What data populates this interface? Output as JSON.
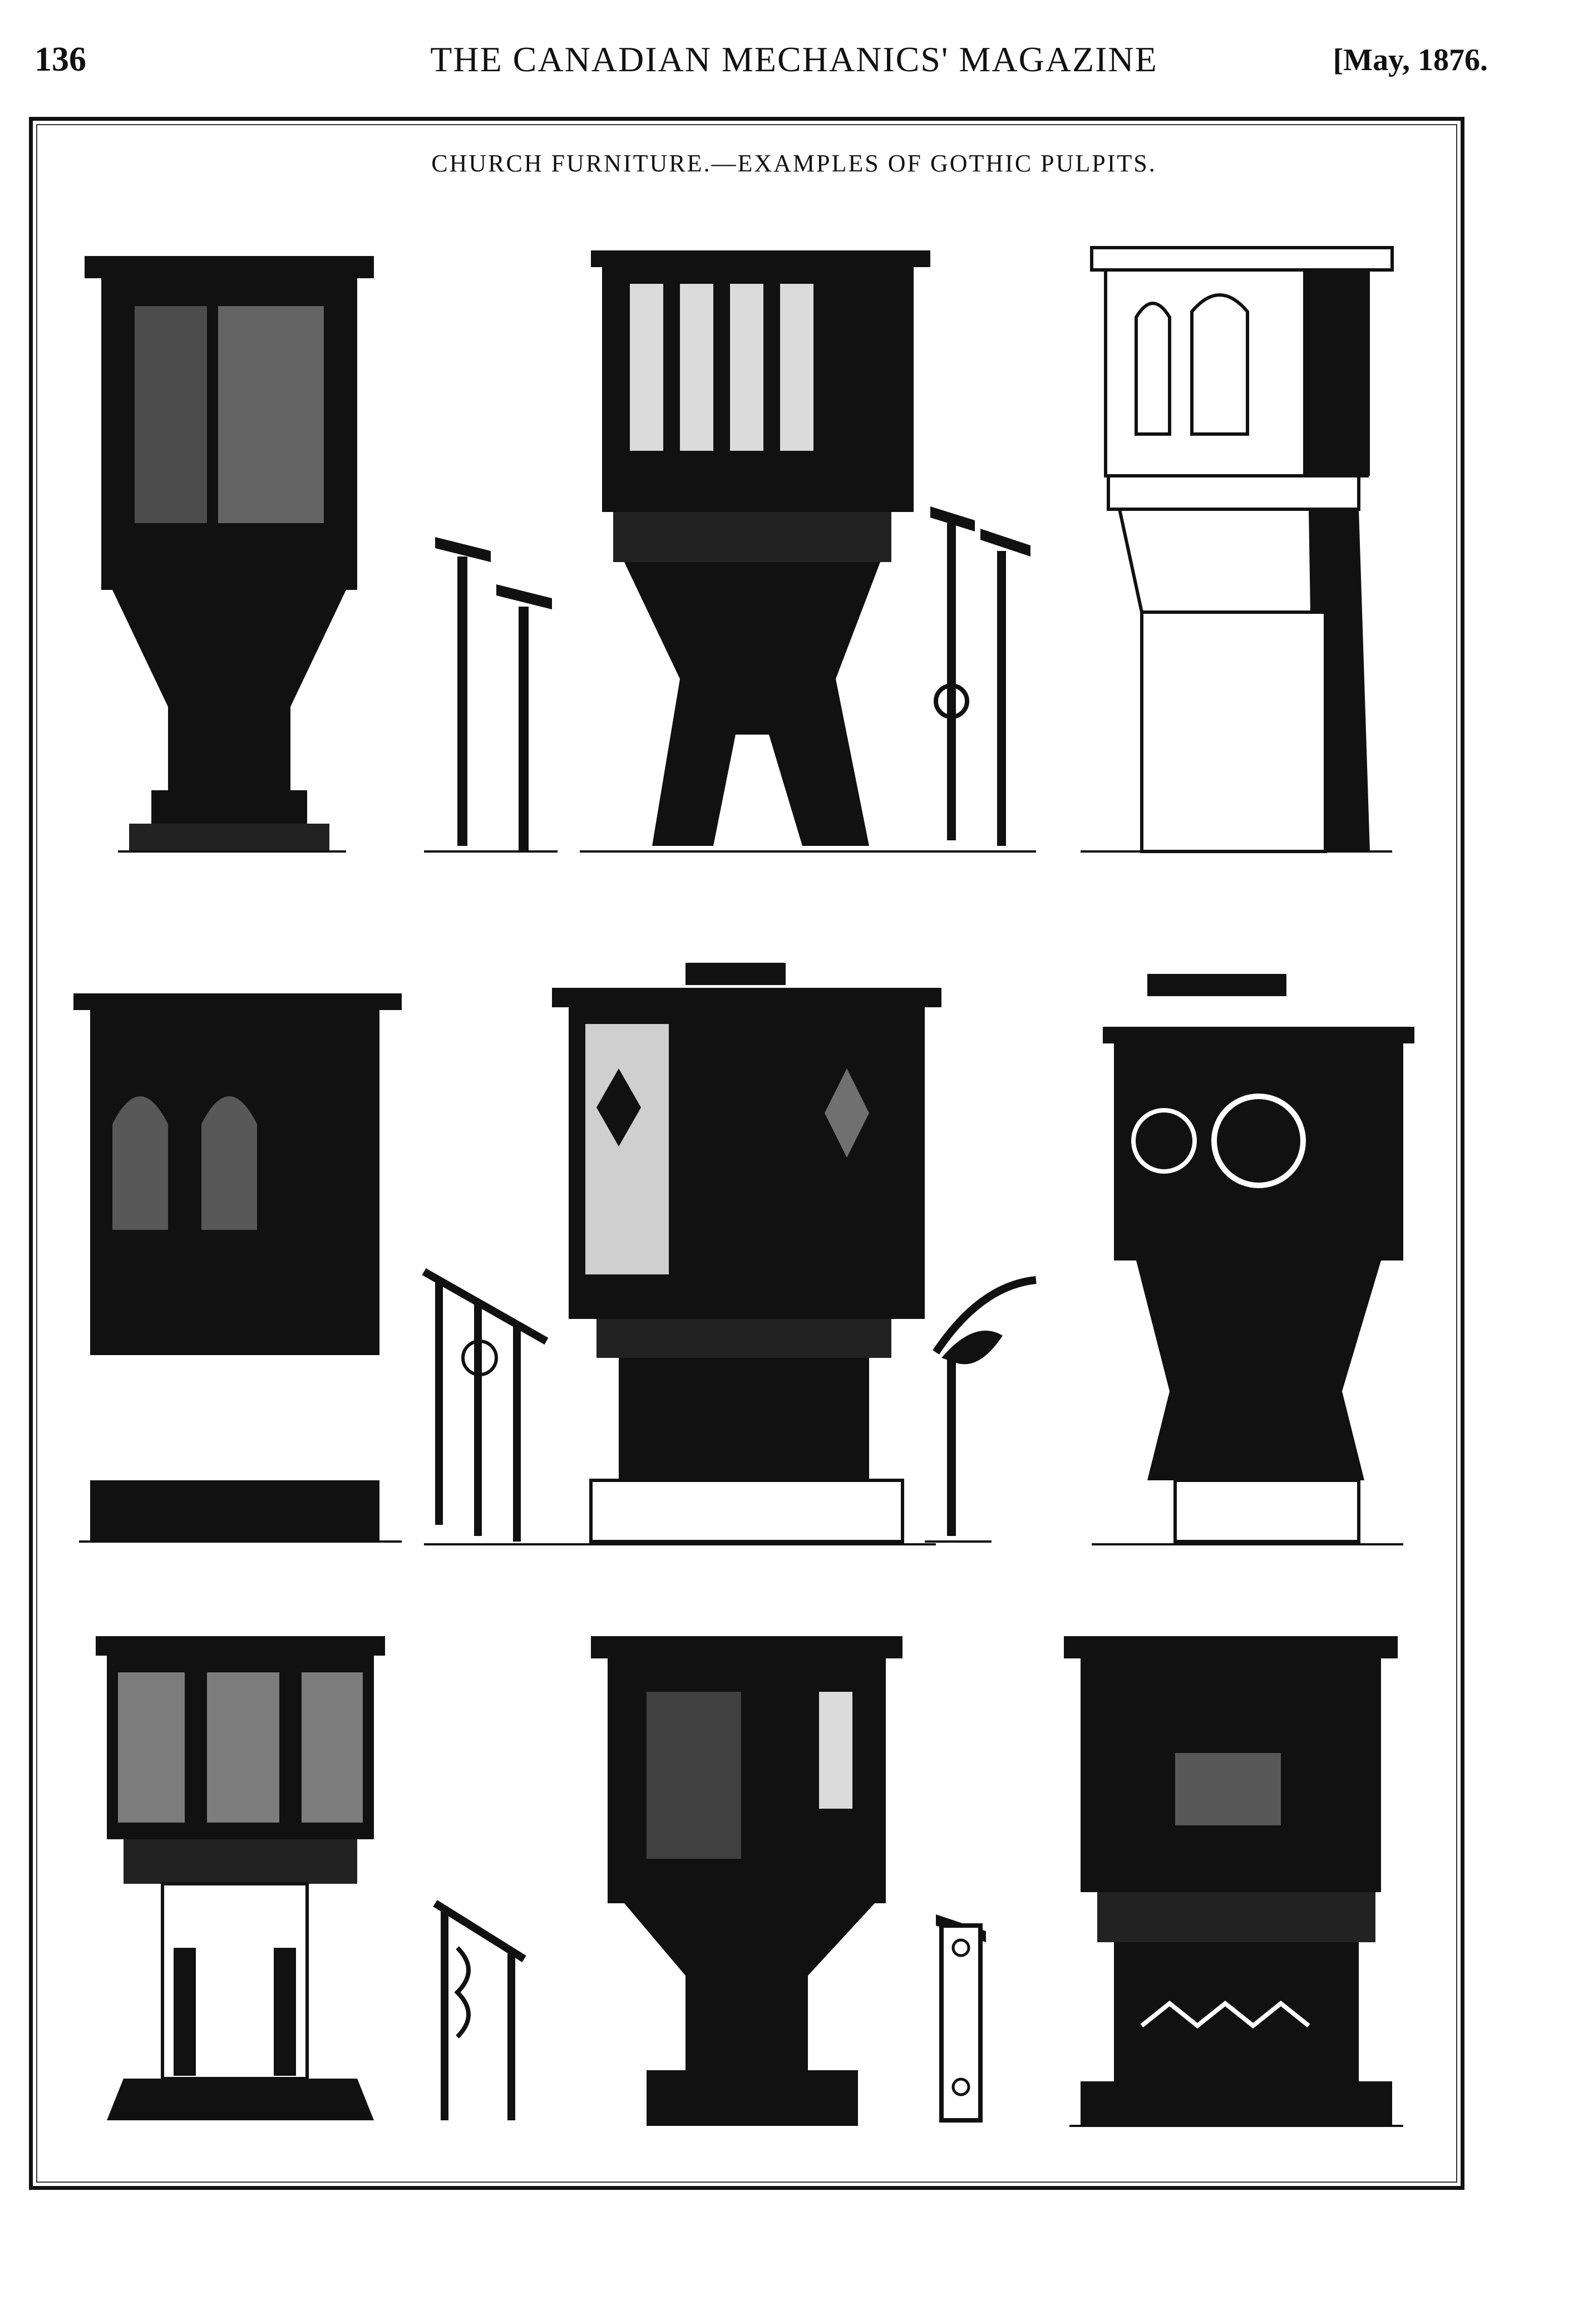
{
  "header": {
    "page_number": "136",
    "magazine_title": "THE CANADIAN MECHANICS' MAGAZINE",
    "issue_date": "[May, 1876."
  },
  "plate": {
    "caption": "CHURCH FURNITURE.—EXAMPLES OF GOTHIC PULPITS."
  },
  "colors": {
    "ink": "#111111",
    "paper": "#ffffff"
  }
}
